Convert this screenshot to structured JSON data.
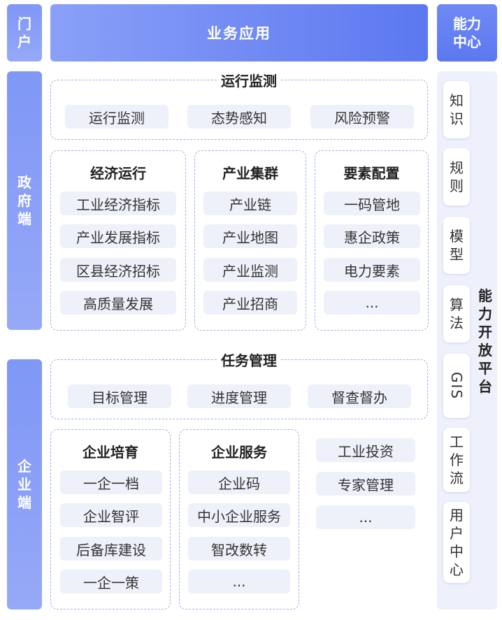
{
  "portal": {
    "label": "门户"
  },
  "header": {
    "title": "业务应用"
  },
  "capability_center": {
    "label": "能力中心"
  },
  "government": {
    "label": "政府端"
  },
  "enterprise": {
    "label": "企业端"
  },
  "platform": {
    "label": "能力开放平台",
    "items": [
      "知识",
      "规则",
      "模型",
      "算法",
      "GIS",
      "工作流",
      "用户中心"
    ]
  },
  "run_monitor": {
    "title": "运行监测",
    "items": [
      "运行监测",
      "态势感知",
      "风险预警"
    ]
  },
  "economy": {
    "title": "经济运行",
    "items": [
      "工业经济指标",
      "产业发展指标",
      "区县经济招标",
      "高质量发展"
    ]
  },
  "industry": {
    "title": "产业集群",
    "items": [
      "产业链",
      "产业地图",
      "产业监测",
      "产业招商"
    ]
  },
  "elements": {
    "title": "要素配置",
    "items": [
      "一码管地",
      "惠企政策",
      "电力要素",
      "..."
    ]
  },
  "tasks": {
    "title": "任务管理",
    "items": [
      "目标管理",
      "进度管理",
      "督查督办"
    ]
  },
  "cultivation": {
    "title": "企业培育",
    "items": [
      "一企一档",
      "企业智评",
      "后备库建设",
      "一企一策"
    ]
  },
  "service": {
    "title": "企业服务",
    "items": [
      "企业码",
      "中小企业服务",
      "智改数转",
      "..."
    ]
  },
  "extra": {
    "items": [
      "工业投资",
      "专家管理",
      "..."
    ]
  },
  "colors": {
    "accent": "#5c78f0",
    "side": "#8ea2f6",
    "dash": "#9fb0ee",
    "pill": "#eef1fa"
  }
}
